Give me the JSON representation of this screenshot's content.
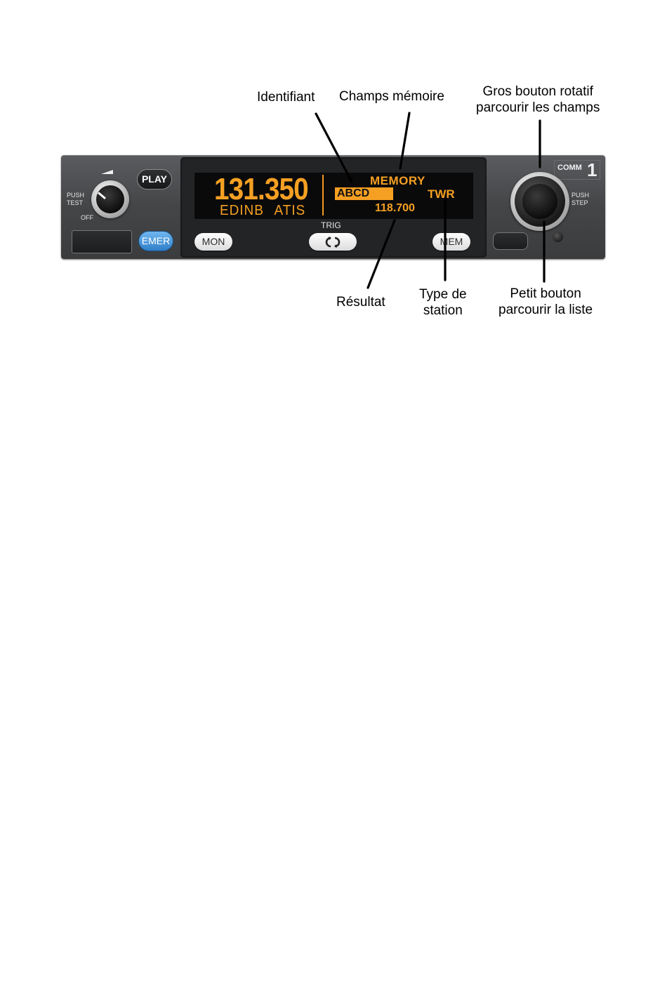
{
  "callouts": {
    "identifiant": "Identifiant",
    "champs_memoire": "Champs mémoire",
    "gros_bouton": [
      "Gros bouton rotatif",
      "parcourir les champs"
    ],
    "resultat": "Résultat",
    "type_station": [
      "Type de",
      "station"
    ],
    "petit_bouton": [
      "Petit bouton",
      "parcourir la liste"
    ]
  },
  "radio": {
    "unit_label": "COMM",
    "unit_number": "1",
    "play_label": "PLAY",
    "emer_label": "EMER",
    "volume_labels": {
      "push": "PUSH",
      "test": "TEST",
      "off": "OFF"
    },
    "step_labels": {
      "push": "PUSH",
      "step": "STEP"
    },
    "display": {
      "frequency": "131.350",
      "station_line": "EDINB ATIS",
      "memory_title": "MEMORY",
      "identifier": "ABCD",
      "station_type": "TWR",
      "result_frequency": "118.700"
    },
    "softkeys": {
      "mon": "MON",
      "trig": "TRIG",
      "trig_icon": "swap-arrows-icon",
      "mem": "MEM"
    }
  },
  "colors": {
    "lcd_amber": "#f5a023",
    "emer_blue": "#3d8fd6",
    "panel_gray": "#47494b"
  }
}
